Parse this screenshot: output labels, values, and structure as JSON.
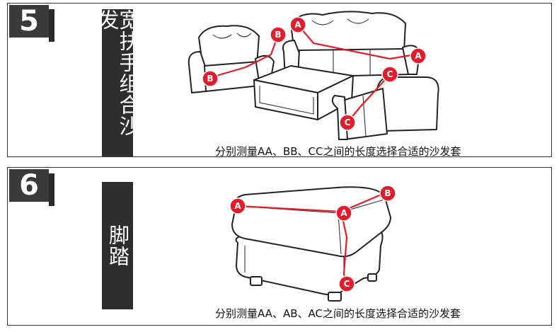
{
  "panel5": {
    "step": "5",
    "title": "宽扶手组合沙发",
    "caption": "分别测量AA、BB、CC之间的长度选择合适的沙发套",
    "markers": [
      "A",
      "A",
      "B",
      "B",
      "C",
      "C"
    ]
  },
  "panel6": {
    "step": "6",
    "title": "脚踏",
    "caption": "分别测量AA、AB、AC之间的长度选择合适的沙发套",
    "markers": [
      "A",
      "A",
      "B",
      "C"
    ]
  },
  "colors": {
    "marker": "#e21c2a",
    "badge": "#3a3a3a",
    "label_bg": "#2e2e2e"
  }
}
